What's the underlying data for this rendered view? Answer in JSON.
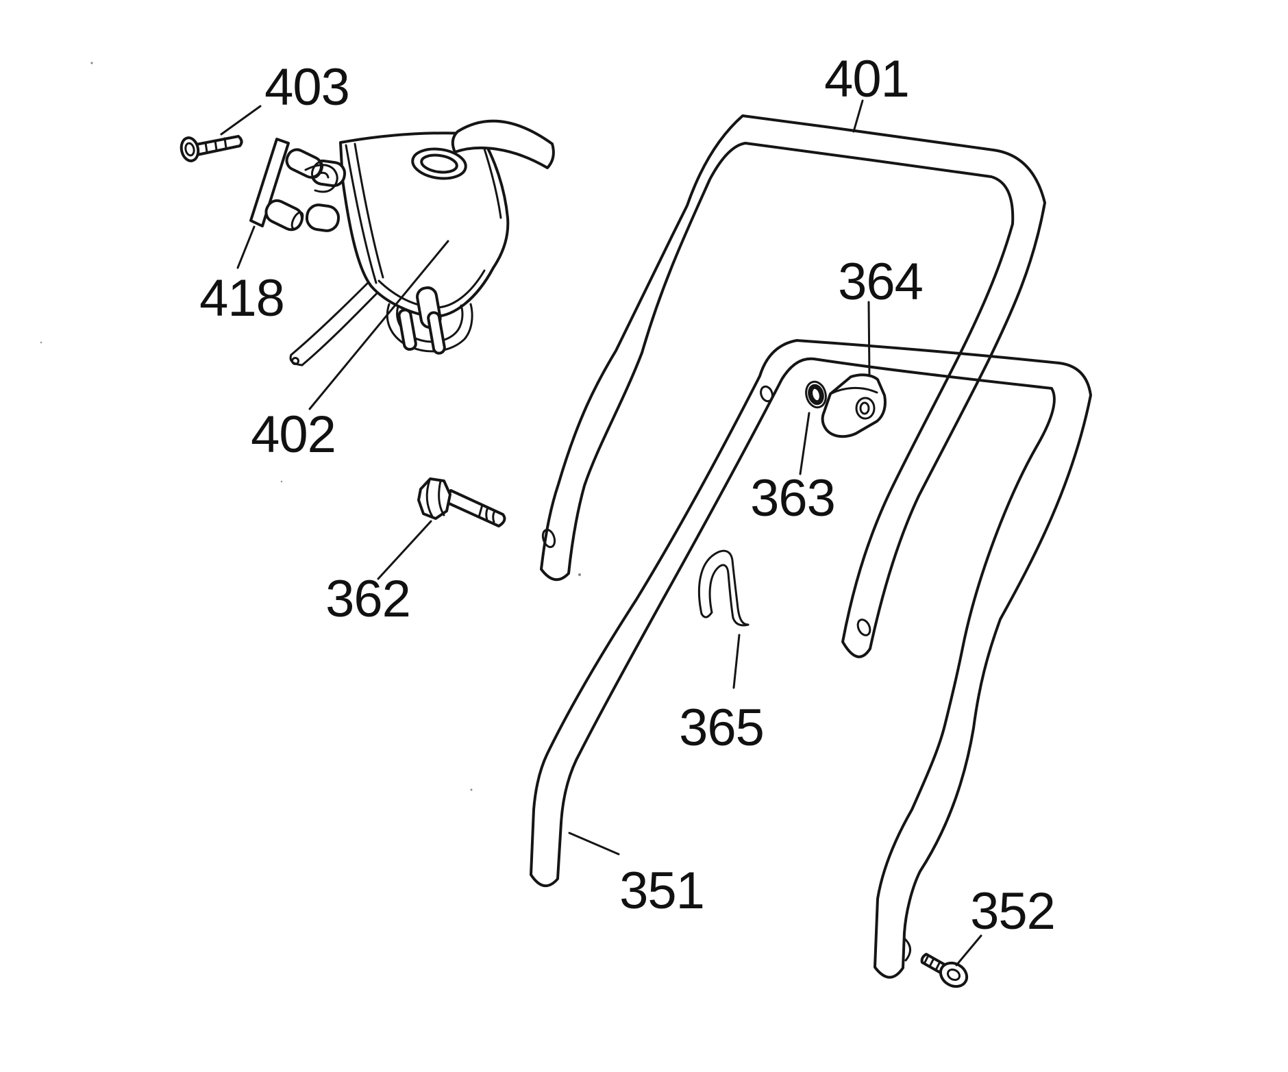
{
  "figure": {
    "type": "exploded-parts-diagram",
    "subject": "lawn-mower-handle-assembly",
    "background_color": "#ffffff",
    "line_color": "#151515"
  },
  "parts": [
    {
      "number": "403",
      "name": "screw"
    },
    {
      "number": "418",
      "name": "cable-clamp-bracket"
    },
    {
      "number": "402",
      "name": "switch-housing"
    },
    {
      "number": "401",
      "name": "upper-handle"
    },
    {
      "number": "364",
      "name": "handle-knob"
    },
    {
      "number": "363",
      "name": "washer"
    },
    {
      "number": "362",
      "name": "carriage-bolt"
    },
    {
      "number": "365",
      "name": "cable-clip"
    },
    {
      "number": "351",
      "name": "lower-handle"
    },
    {
      "number": "352",
      "name": "self-tapping-screw"
    }
  ]
}
